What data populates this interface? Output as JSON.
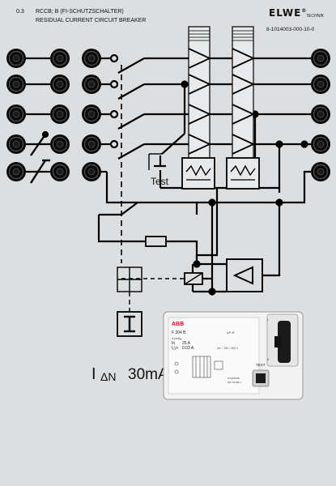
{
  "header": {
    "module_number": "0.3",
    "title_line1": "RCCB; B (FI-SCHUTZSCHALTER)",
    "title_line2": "RESIDUAL CURRENT CIRCUIT BREAKER",
    "brand": "ELWE",
    "brand_mark": "®",
    "brand_sub": "TECHNIK",
    "part_number": "8-1014003-000-10-0"
  },
  "schematic": {
    "test_button_label": "Test",
    "rated_residual_current": "30mA",
    "symbol_i": "I",
    "symbol_delta_n": "ΔN"
  },
  "device": {
    "brand": "ABB",
    "model": "F 204 B",
    "type": "AP-R",
    "poles": "4 polig",
    "in_label": "In",
    "in_value": "25 A",
    "idn_label": "I△n",
    "idn_value": "0.03 A",
    "voltage": "Un ~ 230 / 400 V",
    "test_label": "TEST",
    "code1": "2CSF204B",
    "code2": "IEC 61008-1"
  },
  "colors": {
    "panel": "#dcdee0",
    "socket": "#0a0a0a",
    "wire": "#000000",
    "device_body": "#f2f2f2",
    "device_brand": "#e4002b"
  }
}
